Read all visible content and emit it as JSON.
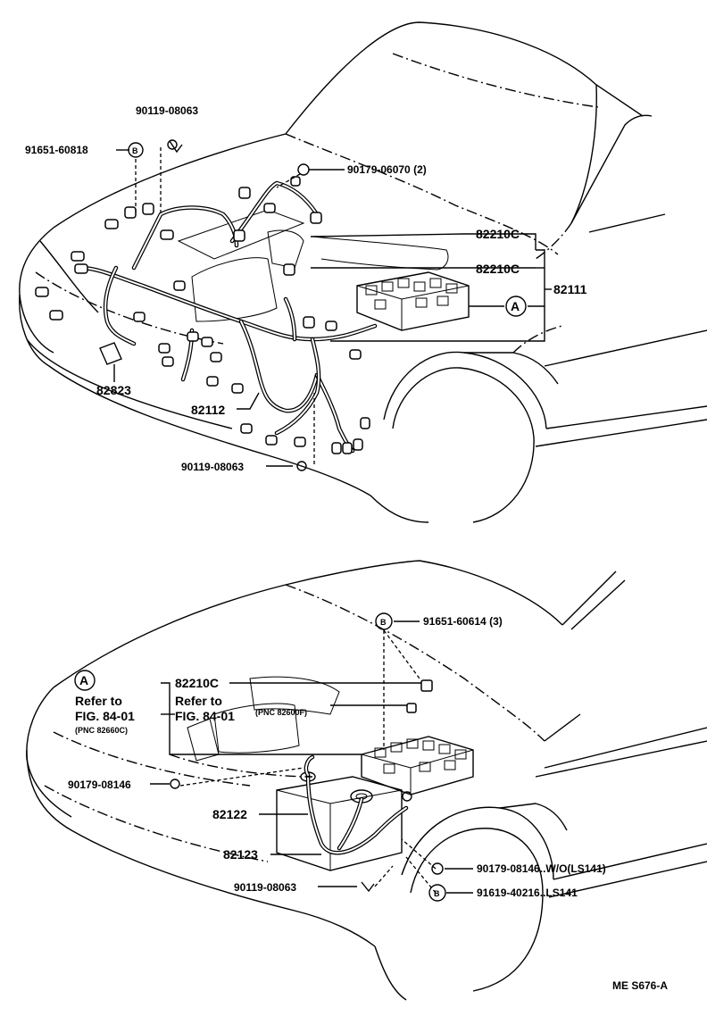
{
  "labels": {
    "p90119_top": "90119-08063",
    "p91651_60818": "91651-60818",
    "p90179_06070": "90179-06070 (2)",
    "p82210c_a": "82210C",
    "p82210c_b": "82210C",
    "p82111": "82111",
    "p82823": "82823",
    "p82112": "82112",
    "p90119_mid": "90119-08063",
    "p91651_60614": "91651-60614 (3)",
    "p82210c_c": "82210C",
    "refer_to_1": "Refer to",
    "fig_1": "FIG. 84-01",
    "pnc_1": "(PNC 82660C)",
    "refer_to_2": "Refer to",
    "fig_2": "FIG. 84-01",
    "pnc_2": "(PNC 82600F)",
    "p90179_08146": "90179-08146",
    "p82122": "82122",
    "p82123": "82123",
    "p90119_bot": "90119-08063",
    "p90179_08146_wo": "90179-08146..W/O(LS141)",
    "p91619_40216": "91619-40216..LS141",
    "ref_code": "ME S676-A"
  },
  "markers": {
    "A": "A",
    "B": "B"
  }
}
